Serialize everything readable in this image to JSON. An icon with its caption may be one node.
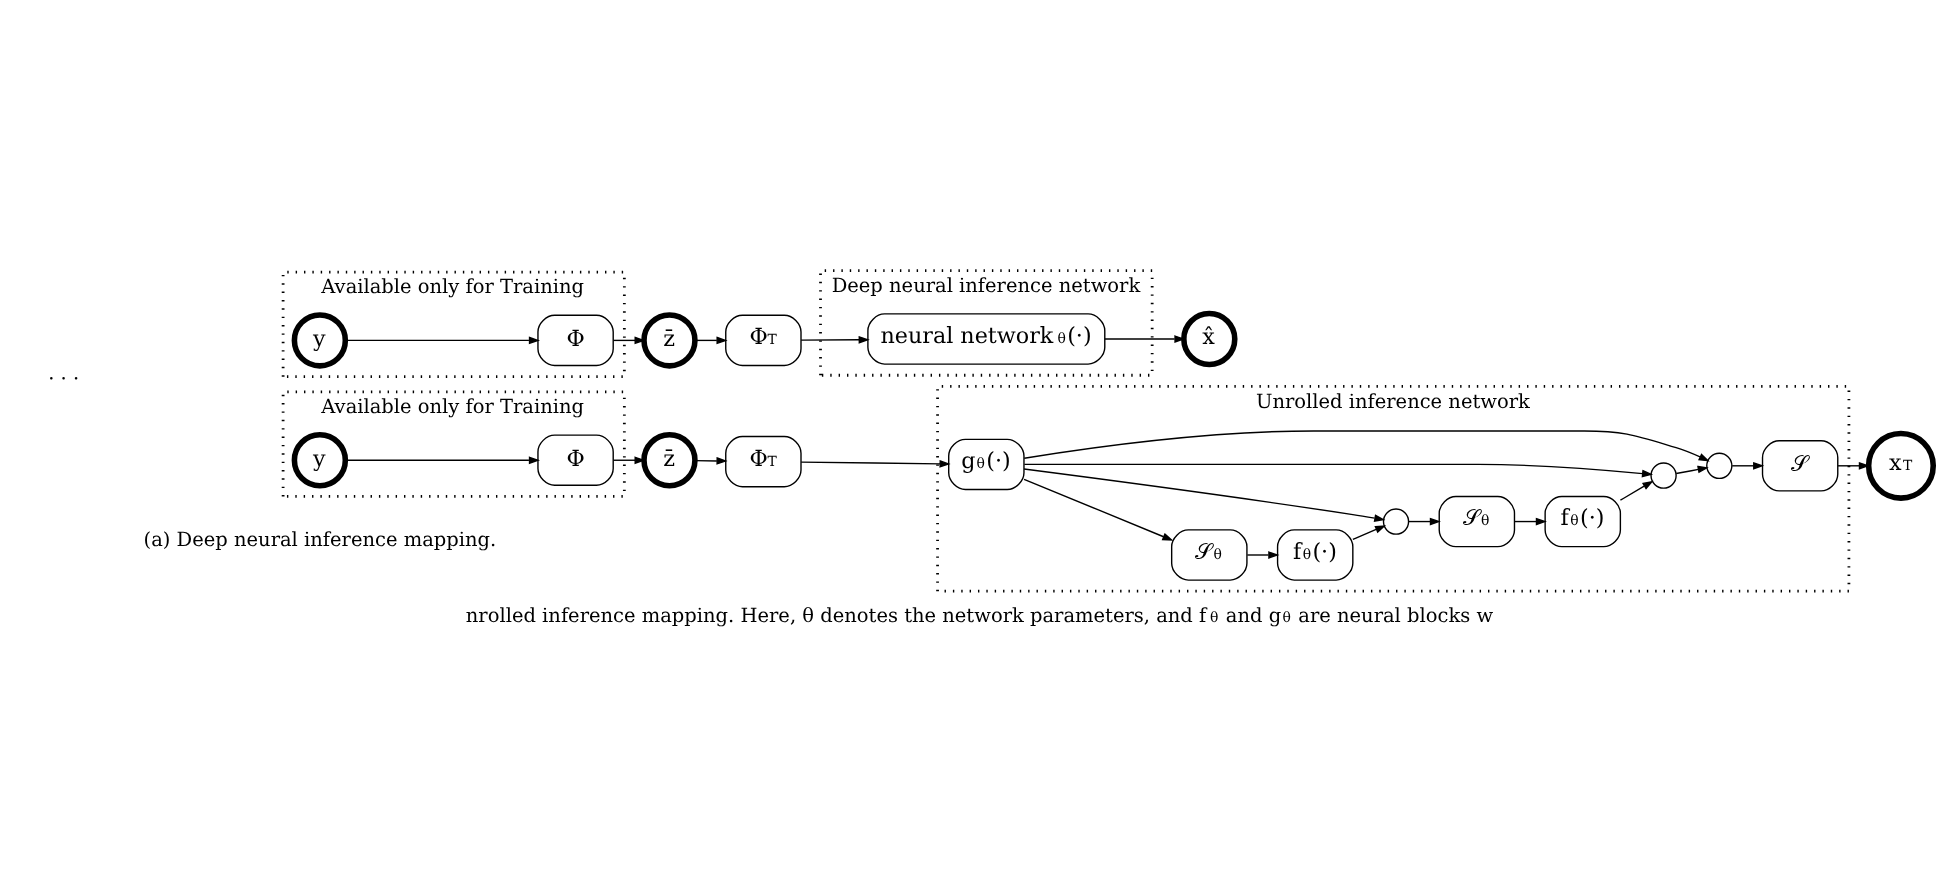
{
  "diagram": {
    "caption": "nrolled inference mapping. Here, θ denotes the network parameters, and f$_{θ}$ and g$_{θ}$ are neural blocks w",
    "nodes": [
      {
        "text": [
          "Available only for Training"
        ]
      },
      {
        "text": [
          "y"
        ],
        "in": 0
      },
      {
        "text": [
          "Φ"
        ],
        "in": 0
      },
      {
        "text": [
          "z̄"
        ]
      },
      {
        "text": [
          "Φ$^{T}$"
        ]
      },
      {
        "text": [
          "Deep neural inference network"
        ]
      },
      {
        "text": [
          "neural network$_{θ}$(·)"
        ],
        "in": 5
      },
      {
        "text": [
          "x̂"
        ]
      },
      {
        "text": [
          "Available only for Training"
        ]
      },
      {
        "text": [
          "y"
        ],
        "in": 8
      },
      {
        "text": [
          "Φ"
        ],
        "in": 8
      },
      {
        "text": [
          "z̄"
        ]
      },
      {
        "text": [
          "Φ$^{T}$"
        ]
      },
      {
        "text": [
          "Unrolled inference network"
        ]
      },
      {
        "text": [
          "g$_{θ}$(·)"
        ],
        "in": 13
      },
      {
        "text": [
          "𝒮$_{θ}$"
        ],
        "in": 13
      },
      {
        "text": [
          "f$_{θ}$(·)"
        ],
        "in": 13
      },
      {
        "text": [],
        "shape": "circle",
        "in": 13
      },
      {
        "text": [
          "𝒮$_{θ}$"
        ],
        "in": 13
      },
      {
        "text": [
          "f$_{θ}$(·)"
        ],
        "in": 13
      },
      {
        "text": [],
        "shape": "circle",
        "in": 13
      },
      {
        "text": [],
        "shape": "circle",
        "in": 13
      },
      {
        "text": [
          "𝒮"
        ],
        "in": 13
      },
      {
        "text": [
          "x$_{T}$"
        ]
      }
    ],
    "edges": [
      {
        "from": 1,
        "to": 2,
        "arrow": "to"
      },
      {
        "from": 2,
        "to": 3,
        "arrow": "to"
      },
      {
        "from": 3,
        "to": 4,
        "arrow": "to"
      },
      {
        "from": 4,
        "to": 6,
        "arrow": "to"
      },
      {
        "from": 6,
        "to": 7,
        "arrow": "to"
      },
      {
        "from": 9,
        "to": 10,
        "arrow": "to"
      },
      {
        "from": 10,
        "to": 11,
        "arrow": "to"
      },
      {
        "from": 11,
        "to": 12,
        "arrow": "to"
      },
      {
        "from": 12,
        "to": 14,
        "arrow": "to"
      },
      {
        "from": 14,
        "to": 15,
        "arrow": "to"
      },
      {
        "from": 15,
        "to": 16,
        "arrow": "to"
      },
      {
        "from": 16,
        "to": 17,
        "arrow": "to"
      },
      {
        "from": 14,
        "to": 17,
        "arrow": "to"
      },
      {
        "from": 17,
        "to": 18,
        "arrow": "to"
      },
      {
        "from": 18,
        "to": 19,
        "arrow": "to"
      },
      {
        "from": 19,
        "to": 20,
        "arrow": "to"
      },
      {
        "from": 14,
        "to": 20,
        "arrow": "to"
      },
      {
        "from": 20,
        "to": 21,
        "arrow": "to"
      },
      {
        "from": 14,
        "to": 21,
        "arrow": "to"
      },
      {
        "from": 21,
        "to": 22,
        "arrow": "to"
      },
      {
        "from": 22,
        "to": 23,
        "arrow": "to"
      }
    ],
    "labels": [
      "(a) Deep neural inference mapping.",
      "· · ·"
    ]
  }
}
